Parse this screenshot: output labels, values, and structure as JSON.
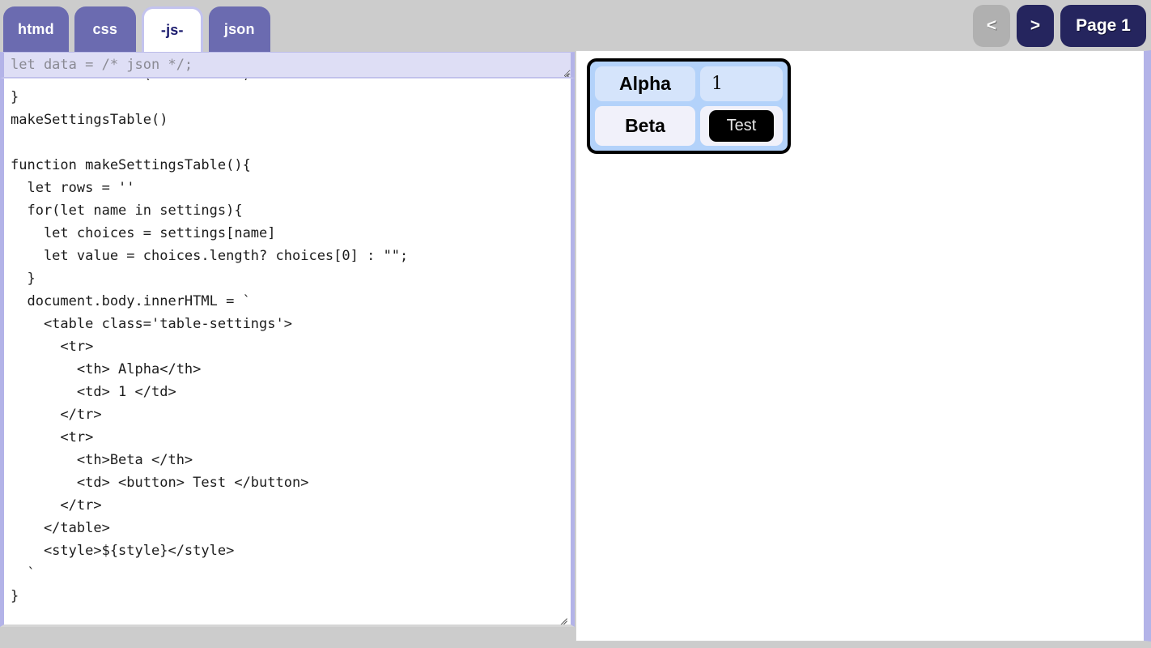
{
  "tabs": [
    {
      "label": "htmd",
      "active": false
    },
    {
      "label": "css",
      "active": false
    },
    {
      "label": "-js-",
      "active": true
    },
    {
      "label": "json",
      "active": false
    }
  ],
  "nav": {
    "prev_label": "<",
    "next_label": ">",
    "page_label": "Page 1"
  },
  "editor": {
    "json_input_value": "let data = /* json */;",
    "code": "  'beta' : words('a b c d e')\n}\nmakeSettingsTable()\n\nfunction makeSettingsTable(){\n  let rows = ''\n  for(let name in settings){\n    let choices = settings[name]\n    let value = choices.length? choices[0] : \"\";\n  }\n  document.body.innerHTML = `\n    <table class='table-settings'>\n      <tr>\n        <th> Alpha</th>\n        <td> 1 </td>\n      </tr>\n      <tr>\n        <th>Beta </th>\n        <td> <button> Test </button>\n      </tr>\n    </table>\n    <style>${style}</style>\n  `\n}"
  },
  "preview": {
    "table": {
      "rows": [
        {
          "header": "Alpha",
          "value": "1",
          "is_button": false
        },
        {
          "header": "Beta",
          "value": "Test",
          "is_button": true
        }
      ]
    }
  },
  "colors": {
    "page_background": "#cccccc",
    "tab_inactive": "#6b6bb0",
    "tab_active_text": "#1b1b6e",
    "nav_active": "#25255e",
    "nav_disabled": "#b0b0b0",
    "editor_border": "#b3b3e8",
    "json_input_background": "#dedef5",
    "table_background": "#b3d2fa",
    "table_cell_alpha": "#d5e4fb",
    "table_cell_beta": "#f1f1fa",
    "button_background": "#000000"
  }
}
